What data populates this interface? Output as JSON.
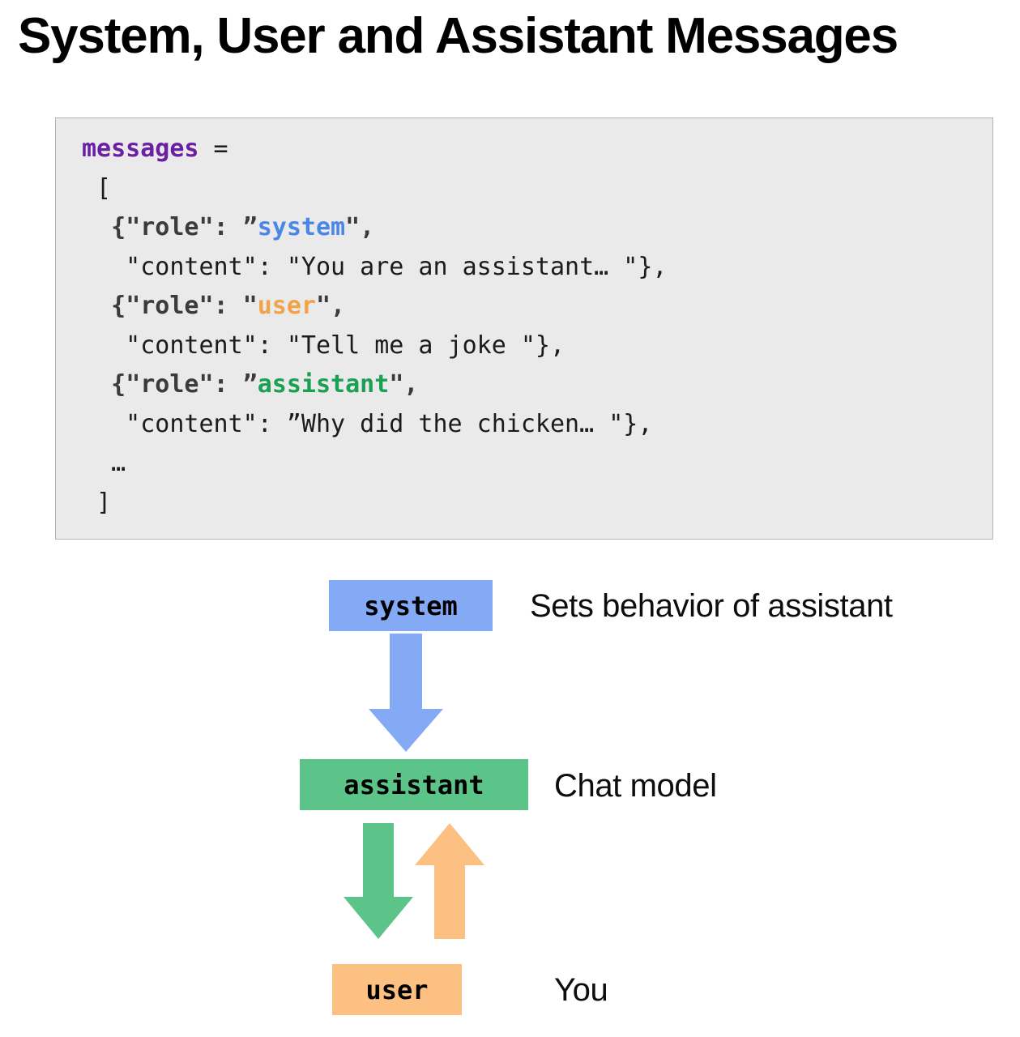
{
  "title": "System, User and Assistant Messages",
  "code": {
    "language": "python",
    "background_color": "#eaeaea",
    "border_color": "#b3b3b3",
    "lines": [
      {
        "id": "line-assign",
        "segments": [
          {
            "text": "messages",
            "style": "var"
          },
          {
            "text": " =",
            "style": "plain"
          }
        ]
      },
      {
        "id": "line-open-bracket",
        "segments": [
          {
            "text": " [",
            "style": "plain"
          }
        ]
      },
      {
        "id": "line-role-system",
        "segments": [
          {
            "text": "  {",
            "style": "key"
          },
          {
            "text": "\"role\"",
            "style": "key"
          },
          {
            "text": ": ",
            "style": "key"
          },
          {
            "text": "”",
            "style": "key"
          },
          {
            "text": "system",
            "style": "system"
          },
          {
            "text": "\",",
            "style": "key"
          }
        ]
      },
      {
        "id": "line-content-system",
        "segments": [
          {
            "text": "   \"content\": \"You are an assistant… \"},",
            "style": "plain"
          }
        ]
      },
      {
        "id": "line-role-user",
        "segments": [
          {
            "text": "  {",
            "style": "key"
          },
          {
            "text": "\"role\"",
            "style": "key"
          },
          {
            "text": ": ",
            "style": "key"
          },
          {
            "text": "\"",
            "style": "key"
          },
          {
            "text": "user",
            "style": "user"
          },
          {
            "text": "\",",
            "style": "key"
          }
        ]
      },
      {
        "id": "line-content-user",
        "segments": [
          {
            "text": "   \"content\": \"Tell me a joke \"},",
            "style": "plain"
          }
        ]
      },
      {
        "id": "line-role-assistant",
        "segments": [
          {
            "text": "  {",
            "style": "key"
          },
          {
            "text": "\"role\"",
            "style": "key"
          },
          {
            "text": ": ",
            "style": "key"
          },
          {
            "text": "”",
            "style": "key"
          },
          {
            "text": "assistant",
            "style": "assistant"
          },
          {
            "text": "\",",
            "style": "key"
          }
        ]
      },
      {
        "id": "line-content-assistant",
        "segments": [
          {
            "text": "   \"content\": ”Why did the chicken… \"},",
            "style": "plain"
          }
        ]
      },
      {
        "id": "line-ellipsis",
        "segments": [
          {
            "text": "  …",
            "style": "plain"
          }
        ]
      },
      {
        "id": "line-close-bracket",
        "segments": [
          {
            "text": " ]",
            "style": "plain"
          }
        ]
      }
    ]
  },
  "diagram": {
    "boxes": [
      {
        "id": "system",
        "label": "system",
        "color": "#84a9f5",
        "description": "Sets behavior of assistant"
      },
      {
        "id": "assistant",
        "label": "assistant",
        "color": "#5cc489",
        "description": "Chat model"
      },
      {
        "id": "user",
        "label": "user",
        "color": "#fcc182",
        "description": "You"
      }
    ],
    "arrows": [
      {
        "id": "system-to-assistant",
        "from": "system",
        "to": "assistant",
        "direction": "down",
        "color": "#84a9f5"
      },
      {
        "id": "assistant-to-user",
        "from": "assistant",
        "to": "user",
        "direction": "down",
        "color": "#5cc489"
      },
      {
        "id": "user-to-assistant",
        "from": "user",
        "to": "assistant",
        "direction": "up",
        "color": "#fcc182"
      }
    ]
  },
  "colors": {
    "system_blue": "#84a9f5",
    "assistant_green": "#5cc489",
    "user_orange": "#fcc182",
    "code_var_purple": "#6a1fa5",
    "code_key_gray": "#3b3b3b",
    "page_background": "#ffffff"
  }
}
